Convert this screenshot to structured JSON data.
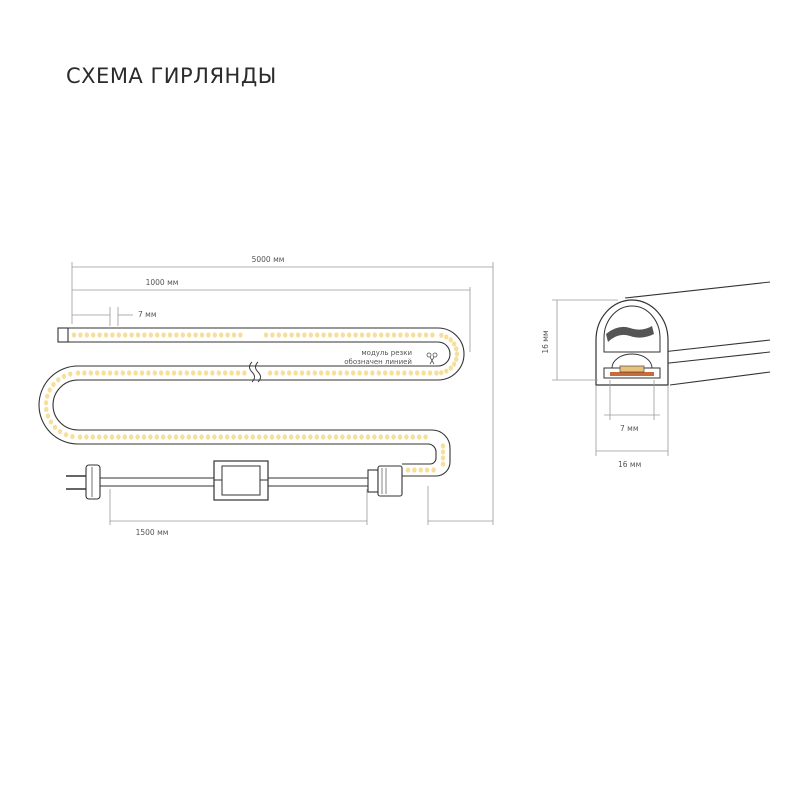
{
  "title": "СХЕМА ГИРЛЯНДЫ",
  "dimensions": {
    "total_length": "5000 мм",
    "cut_module_length": "1000 мм",
    "led_pitch": "7 мм",
    "power_cable_length": "1500 мм",
    "profile_height": "16 мм",
    "profile_width": "16 мм",
    "strip_width": "7 мм"
  },
  "notes": {
    "cut_line_1": "модуль резки",
    "cut_line_2": "обозначен линией"
  },
  "icons": {
    "scissors": "scissors-icon",
    "plug": "plug-icon",
    "controller": "controller-box-icon"
  },
  "colors": {
    "led_glow": "#f6df9a",
    "outline": "#333333",
    "dimension_line": "#9a9a9a"
  }
}
